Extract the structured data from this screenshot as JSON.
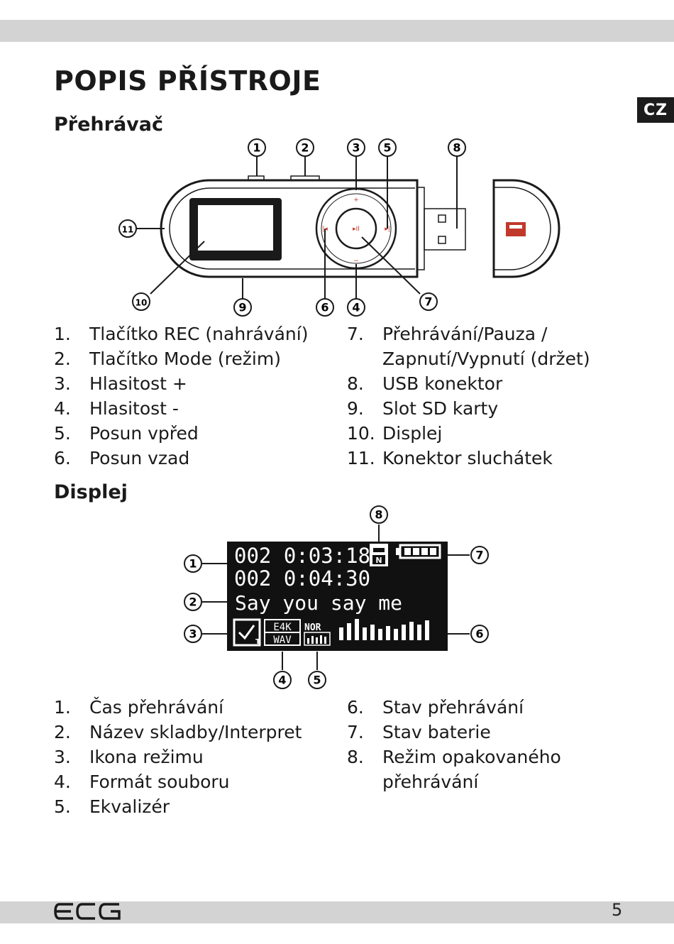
{
  "page": {
    "title": "POPIS PŘÍSTROJE",
    "language_tab": "CZ",
    "page_number": "5",
    "logo": "ECG"
  },
  "player": {
    "title": "Přehrávač",
    "callouts": [
      "1",
      "2",
      "3",
      "5",
      "8",
      "11",
      "10",
      "9",
      "6",
      "4",
      "7"
    ],
    "list_left": [
      {
        "num": "1.",
        "text": "Tlačítko REC (nahrávání)"
      },
      {
        "num": "2.",
        "text": "Tlačítko Mode (režim)"
      },
      {
        "num": "3.",
        "text": "Hlasitost +"
      },
      {
        "num": "4.",
        "text": "Hlasitost -"
      },
      {
        "num": "5.",
        "text": "Posun vpřed"
      },
      {
        "num": "6.",
        "text": "Posun vzad"
      }
    ],
    "list_right": [
      {
        "num": "7.",
        "text": "Přehrávání/Pauza /"
      },
      {
        "num": "",
        "text": "Zapnutí/Vypnutí (držet)"
      },
      {
        "num": "8.",
        "text": "USB konektor"
      },
      {
        "num": "9.",
        "text": "Slot SD karty"
      },
      {
        "num": "10.",
        "text": "Displej"
      },
      {
        "num": "11.",
        "text": "Konektor sluchátek"
      }
    ]
  },
  "display": {
    "title": "Displej",
    "callouts": [
      "8",
      "1",
      "2",
      "3",
      "7",
      "6",
      "4",
      "5"
    ],
    "screen": {
      "line1": "002 0:03:18",
      "line2": "002 0:04:30",
      "song": "Say you say me",
      "format_top": "E4K",
      "format_bottom": "WAV",
      "eq_label": "NOR",
      "repeat_letter": "N",
      "mode_letter": "T"
    },
    "list_left": [
      {
        "num": "1.",
        "text": "Čas přehrávání"
      },
      {
        "num": "2.",
        "text": "Název skladby/Interpret"
      },
      {
        "num": "3.",
        "text": "Ikona režimu"
      },
      {
        "num": "4.",
        "text": "Formát souboru"
      },
      {
        "num": "5.",
        "text": "Ekvalizér"
      }
    ],
    "list_right": [
      {
        "num": "6.",
        "text": "Stav přehrávání"
      },
      {
        "num": "7.",
        "text": "Stav baterie"
      },
      {
        "num": "8.",
        "text": "Režim opakovaného"
      },
      {
        "num": "",
        "text": "přehrávání"
      }
    ]
  }
}
